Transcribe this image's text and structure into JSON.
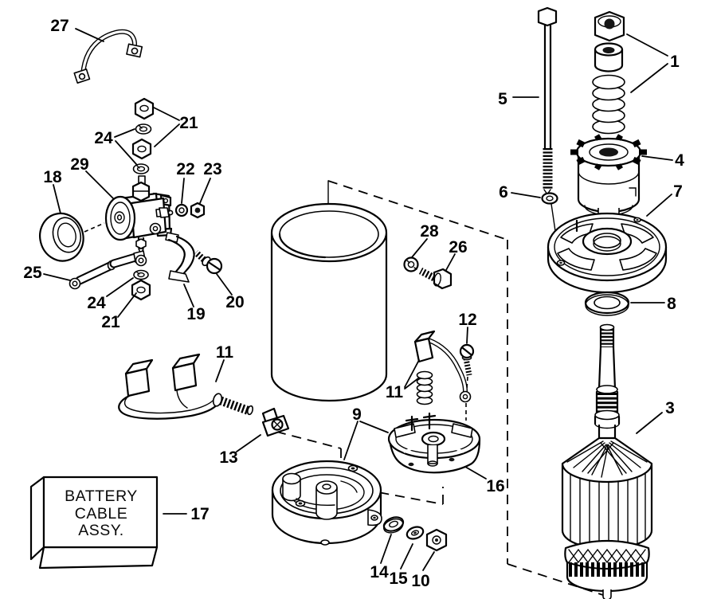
{
  "diagram": {
    "colors": {
      "background": "#ffffff",
      "line": "#000000"
    },
    "battery_box": {
      "line1": "BATTERY",
      "line2": "CABLE",
      "line3": "ASSY."
    },
    "callouts": {
      "c27": "27",
      "c21a": "21",
      "c24a": "24",
      "c29": "29",
      "c18": "18",
      "c22": "22",
      "c23": "23",
      "c25": "25",
      "c24b": "24",
      "c21b": "21",
      "c19": "19",
      "c20": "20",
      "c11a": "11",
      "c13": "13",
      "c17": "17",
      "c9": "9",
      "c16": "16",
      "c14": "14",
      "c15": "15",
      "c10": "10",
      "c28": "28",
      "c26": "26",
      "c12": "12",
      "c11b": "11",
      "c5": "5",
      "c1": "1",
      "c4": "4",
      "c6": "6",
      "c7": "7",
      "c8": "8",
      "c3": "3"
    }
  }
}
